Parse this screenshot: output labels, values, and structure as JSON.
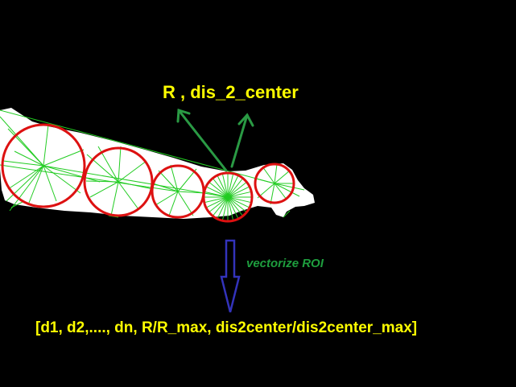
{
  "labels": {
    "radius_distance": "R , dis_2_center",
    "vectorize": "vectorize ROI",
    "feature_vector": "[d1, d2,...., dn, R/R_max, dis2center/dis2center_max]"
  },
  "colors": {
    "background": "#000000",
    "roi_fill": "#ffffff",
    "circle_stroke": "#dd1111",
    "ray_stroke": "#22cc22",
    "annotation_arrow": "#2a9a44",
    "vectorize_arrow": "#3333bb",
    "label_yellow": "#ffff00",
    "label_green": "#1e9e3e"
  },
  "diagram": {
    "inscribed_circle_count": 5
  }
}
